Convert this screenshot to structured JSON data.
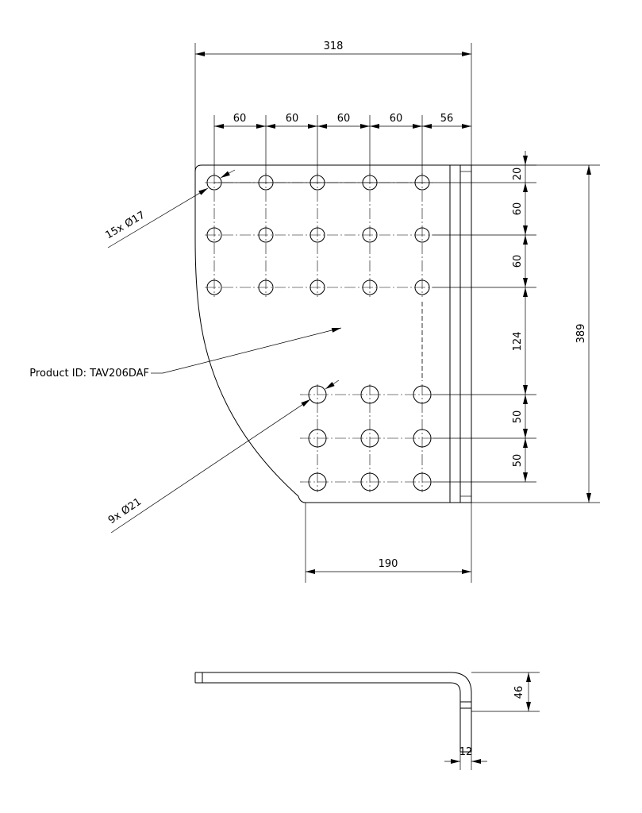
{
  "dimensions": {
    "overall_width": "318",
    "hole_pitches": [
      "60",
      "60",
      "60",
      "60",
      "56"
    ],
    "right_stack": [
      "20",
      "60",
      "60",
      "124",
      "50",
      "50"
    ],
    "overall_height": "389",
    "lower_width": "190",
    "flange_height": "46",
    "thickness": "12"
  },
  "annotations": {
    "holes_small": "15x Ø17",
    "holes_large": "9x Ø21",
    "product_id": "Product ID: TAV206DAF"
  },
  "colors": {
    "line": "#000000",
    "background": "#ffffff"
  }
}
